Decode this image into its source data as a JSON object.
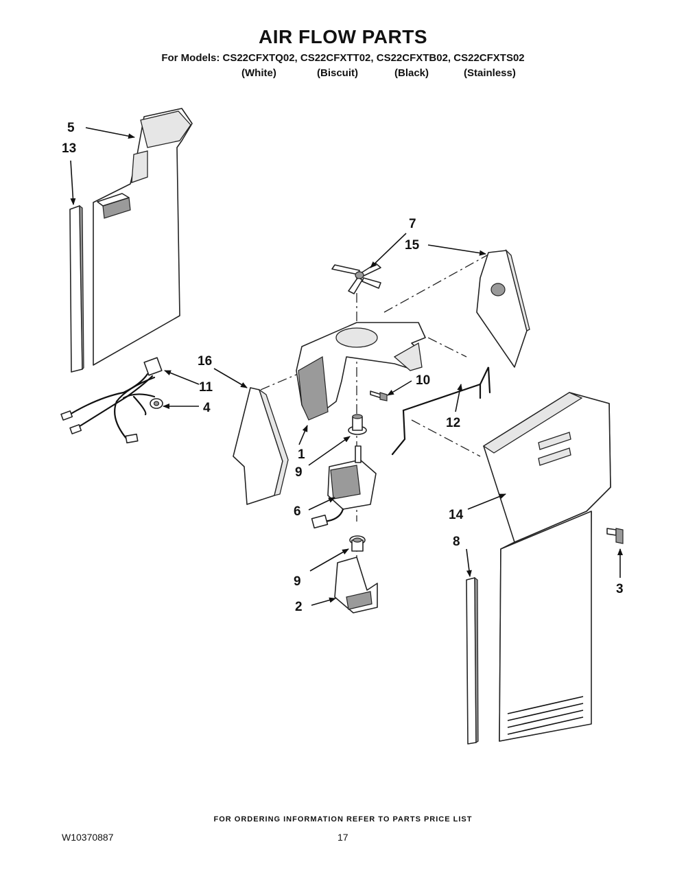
{
  "title": "AIR FLOW PARTS",
  "models_line": "For Models: CS22CFXTQ02, CS22CFXTT02, CS22CFXTB02, CS22CFXTS02",
  "variants": [
    "(White)",
    "(Biscuit)",
    "(Black)",
    "(Stainless)"
  ],
  "callouts": [
    "1",
    "2",
    "3",
    "4",
    "5",
    "6",
    "7",
    "8",
    "9",
    "9",
    "10",
    "11",
    "12",
    "13",
    "14",
    "15",
    "16"
  ],
  "footer_note": "FOR ORDERING INFORMATION REFER TO PARTS PRICE LIST",
  "document_number": "W10370887",
  "page_number": "17"
}
